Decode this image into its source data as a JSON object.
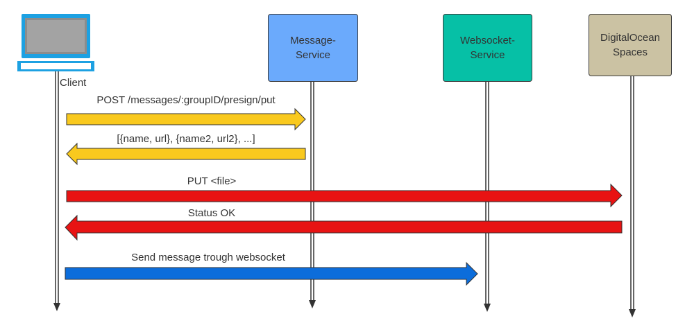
{
  "participants": {
    "client": {
      "label": "Client",
      "color": "#1da1e2"
    },
    "message_service": {
      "label": "Message-\nService",
      "color": "#6baafc"
    },
    "websocket_service": {
      "label": "Websocket-\nService",
      "color": "#06c0a6"
    },
    "spaces": {
      "label": "DigitalOcean\nSpaces",
      "color": "#cbc2a3"
    }
  },
  "messages": [
    {
      "label": "POST /messages/:groupID/presign/put",
      "from": "client",
      "to": "message_service",
      "color": "#f9c91e"
    },
    {
      "label": "[{name, url}, {name2, url2}, ...]",
      "from": "message_service",
      "to": "client",
      "color": "#f9c91e"
    },
    {
      "label": "PUT <file>",
      "from": "client",
      "to": "spaces",
      "color": "#e81313"
    },
    {
      "label": "Status OK",
      "from": "spaces",
      "to": "client",
      "color": "#e81313"
    },
    {
      "label": "Send message trough websocket",
      "from": "client",
      "to": "websocket_service",
      "color": "#0c6ddb"
    }
  ]
}
